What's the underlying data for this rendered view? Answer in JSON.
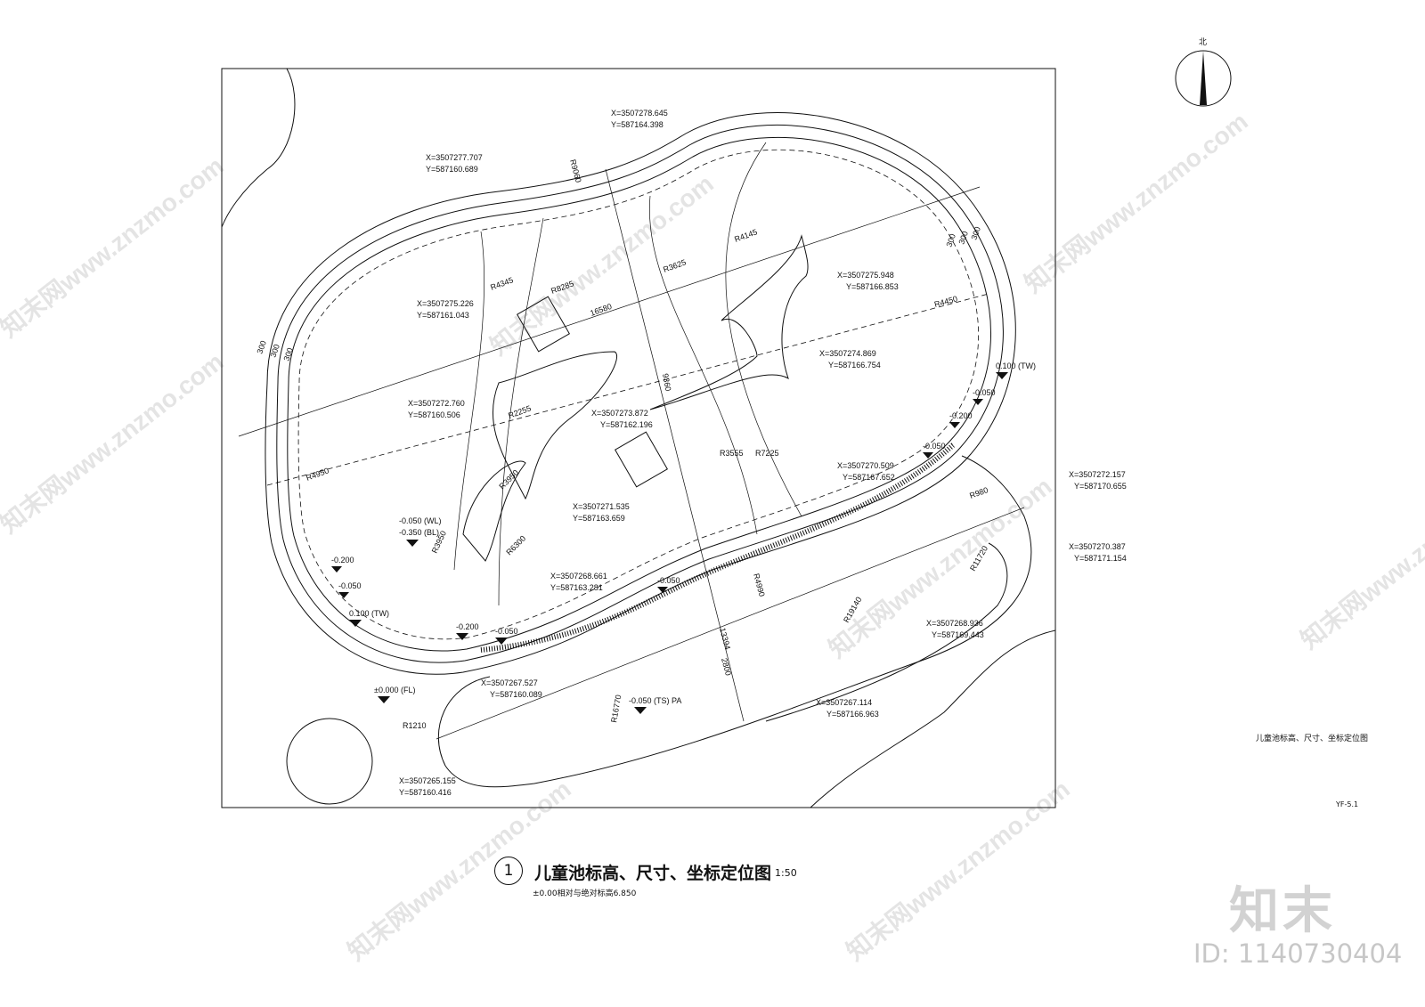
{
  "drawing": {
    "badge_number": "1",
    "title": "儿童池标高、尺寸、坐标定位图",
    "scale": "1:50",
    "note": "±0.00相对与绝对标高6.850",
    "sheet_label": "儿童池标高、尺寸、坐标定位图",
    "sheet_no": "YF-5.1",
    "north_label": "北"
  },
  "watermark": {
    "brand": "知末",
    "id": "ID: 1140730404",
    "repeat_text": "知末网www.znzmo.com"
  },
  "coords": [
    "X=3507278.645",
    "Y=587164.398",
    "X=3507277.707",
    "Y=587160.689",
    "X=3507275.226",
    "Y=587161.043",
    "X=3507275.948",
    "Y=587166.853",
    "X=3507274.869",
    "Y=587166.754",
    "X=3507272.760",
    "Y=587160.506",
    "X=3507273.872",
    "Y=587162.196",
    "X=3507271.535",
    "Y=587163.659",
    "X=3507270.509",
    "Y=587167.652",
    "X=3507272.157",
    "Y=587170.655",
    "X=3507270.387",
    "Y=587171.154",
    "X=3507268.661",
    "Y=587163.281",
    "X=3507268.936",
    "Y=587169.443",
    "X=3507267.527",
    "Y=587160.089",
    "X=3507267.114",
    "Y=587166.963",
    "X=3507265.155",
    "Y=587160.416"
  ],
  "dims": [
    "R9060",
    "R4145",
    "R3625",
    "R8285",
    "R4345",
    "16580",
    "R4450",
    "300",
    "300",
    "300",
    "300",
    "300",
    "300",
    "R2255",
    "R3950",
    "R4950",
    "R3950",
    "R6300",
    "9360",
    "R3555",
    "R7225",
    "R980",
    "R4990",
    "R11720",
    "R19140",
    "13394",
    "2800",
    "R16770",
    "R1210"
  ],
  "levels": [
    "0.100 (TW)",
    "-0.050",
    "-0.200",
    "-0.050",
    "-0.050 (WL)",
    "-0.350 (BL)",
    "-0.200",
    "-0.050",
    "0.100 (TW)",
    "-0.200",
    "-0.050",
    "-0.050",
    "±0.000 (FL)",
    "-0.050 (TS) PA"
  ]
}
